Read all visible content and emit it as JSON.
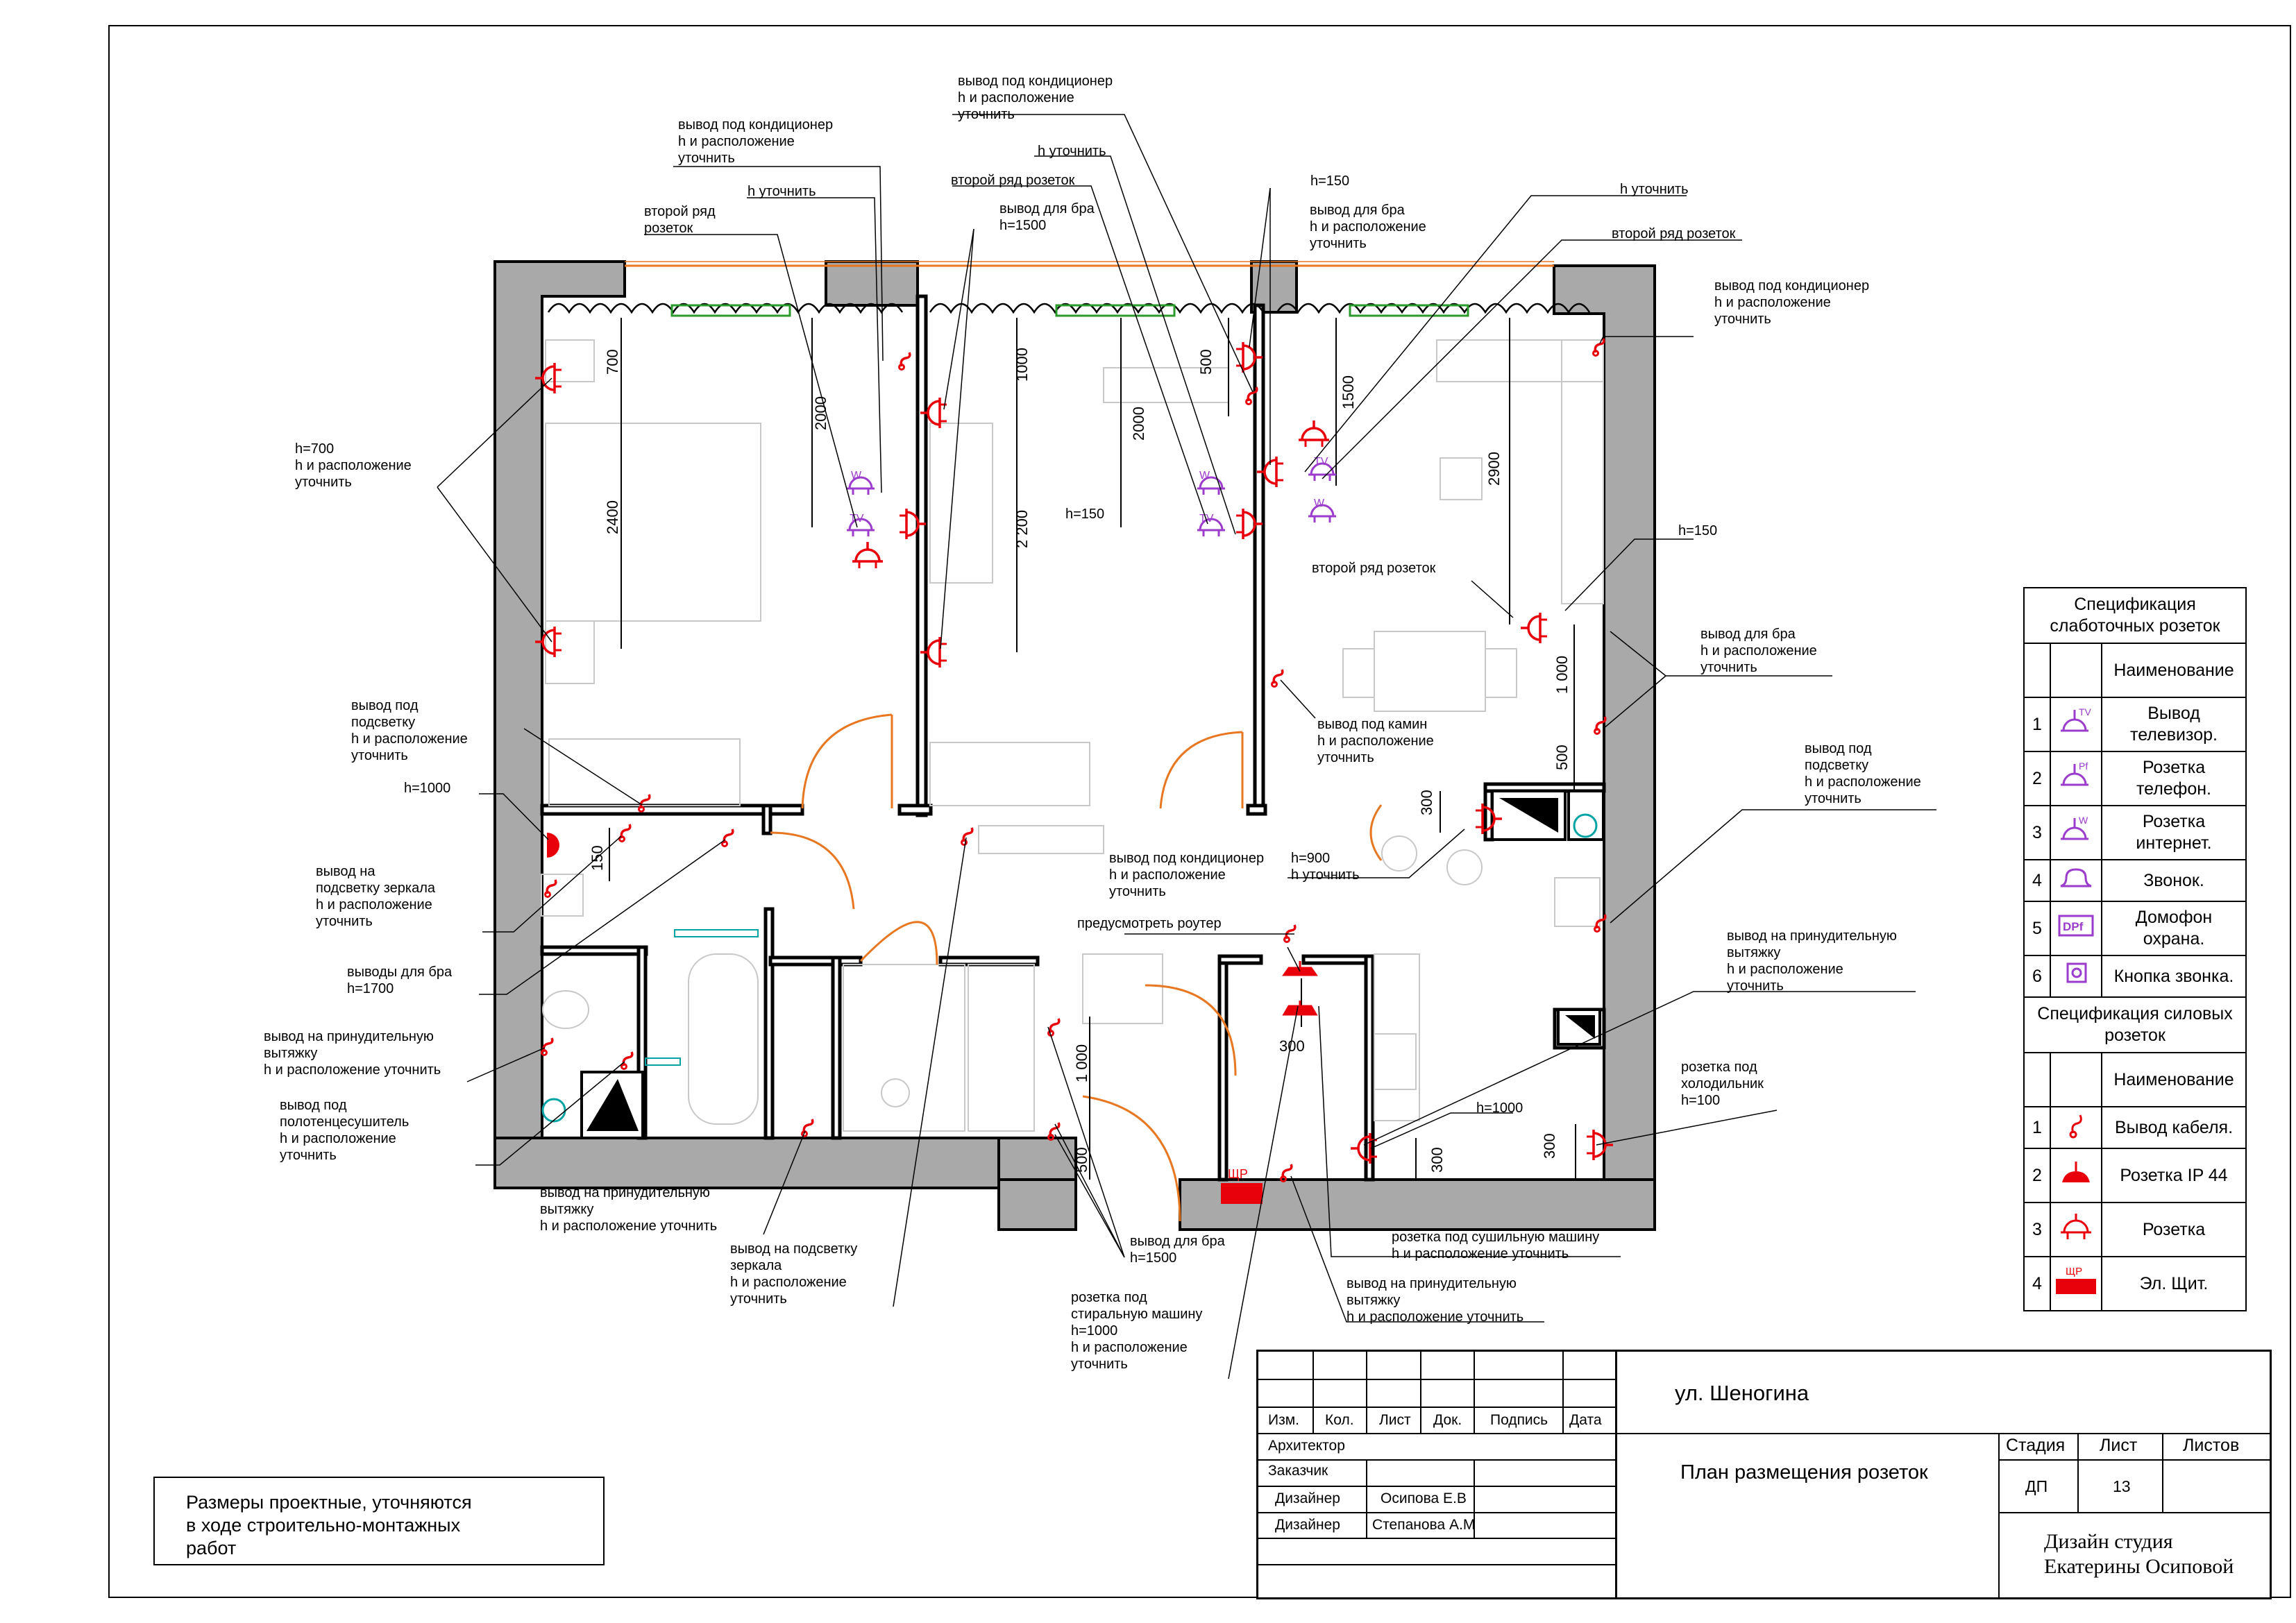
{
  "drawing_labels": {
    "ac_left": [
      "вывод под кондиционер",
      "h и расположение",
      "уточнить"
    ],
    "ac_mid": [
      "вывод под кондиционер",
      "h и расположение",
      "уточнить"
    ],
    "ac_right": [
      "вывод под кондиционер",
      "h и расположение",
      "уточнить"
    ],
    "ac_hall": [
      "вывод под кондиционер",
      "h и расположение",
      "уточнить"
    ],
    "h_clarify_1": "h уточнить",
    "h_clarify_2": "h уточнить",
    "h_clarify_3": "h уточнить",
    "second_row_left": [
      "второй ряд",
      "розеток"
    ],
    "second_row_mid": "второй ряд розеток",
    "second_row_right": "второй ряд розеток",
    "second_row_living": "второй ряд розеток",
    "sconce_mid": [
      "вывод для бра",
      "h=1500"
    ],
    "sconce_right": [
      "вывод для бра",
      "h и расположение",
      "уточнить"
    ],
    "sconce_living": [
      "вывод для бра",
      "h и расположение",
      "уточнить"
    ],
    "h150_top": "h=150",
    "h150_mid": "h=150",
    "h150_living": "h=150",
    "h700": [
      "h=700",
      "h и расположение",
      "уточнить"
    ],
    "backlight_bed": [
      "вывод под",
      "подсветку",
      "h и расположение",
      "уточнить"
    ],
    "backlight_kitchen": [
      "вывод под",
      "подсветку",
      "h и расположение",
      "уточнить"
    ],
    "h1000_bath": "h=1000",
    "mirror_light": [
      "вывод на",
      "подсветку зеркала",
      "h и расположение",
      "уточнить"
    ],
    "sconce_hall": [
      "выводы для бра",
      "h=1700"
    ],
    "extract_wc": [
      "вывод на принудительную",
      "вытяжку",
      "h и расположение уточнить"
    ],
    "towel_dryer": [
      "вывод под",
      "полотенцесушитель",
      "h и расположение",
      "уточнить"
    ],
    "extract_bath": [
      "вывод на принудительную",
      "вытяжку",
      "h и расположение уточнить"
    ],
    "mirror_light_2": [
      "вывод на подсветку",
      "зеркала",
      "h и расположение",
      "уточнить"
    ],
    "fireplace": [
      "вывод под камин",
      "h и расположение",
      "уточнить"
    ],
    "router": "предусмотреть роутер",
    "h900": [
      "h=900",
      "h уточнить"
    ],
    "extract_kitchen": [
      "вывод на принудительную",
      "вытяжку",
      "h и расположение",
      "уточнить"
    ],
    "h1000_kitchen": "h=1000",
    "fridge": [
      "розетка под",
      "холодильник",
      "h=100"
    ],
    "dryer": [
      "розетка под сушильную машину",
      "h и расположение уточнить"
    ],
    "extract_store": [
      "вывод на принудительную",
      "вытяжку",
      "h и расположение уточнить"
    ],
    "sconce_corridor": [
      "вывод для бра",
      "h=1500"
    ],
    "washer": [
      "розетка под",
      "стиральную машину",
      "h=1000",
      "h и расположение",
      "уточнить"
    ],
    "panel_label": "ЩР"
  },
  "dimensions": {
    "d700": "700",
    "d2400": "2400",
    "d2000a": "2000",
    "d1000a": "1000",
    "d2200": "2 200",
    "d2000b": "2000",
    "d500a": "500",
    "d1500": "1500",
    "d2900": "2900",
    "d1000b": "1 000",
    "d500b": "500",
    "d300a": "300",
    "d150": "150",
    "d1000c": "1 000",
    "d500c": "500",
    "d300b": "300",
    "d300c": "300",
    "d300d": "300"
  },
  "weak_spec": {
    "title": "Спецификация слаботочных розеток",
    "header": "Наименование",
    "rows": [
      {
        "n": "1",
        "icon": "tv-socket-icon",
        "tag": "TV",
        "name": "Вывод телевизор."
      },
      {
        "n": "2",
        "icon": "phone-socket-icon",
        "tag": "Pf",
        "name": "Розетка телефон."
      },
      {
        "n": "3",
        "icon": "internet-socket-icon",
        "tag": "W",
        "name": "Розетка интернет."
      },
      {
        "n": "4",
        "icon": "bell-icon",
        "tag": "",
        "name": "Звонок."
      },
      {
        "n": "5",
        "icon": "intercom-icon",
        "tag": "DPf",
        "name": "Домофон охрана."
      },
      {
        "n": "6",
        "icon": "bell-button-icon",
        "tag": "",
        "name": "Кнопка звонка."
      }
    ]
  },
  "power_spec": {
    "title": "Спецификация силовых розеток",
    "header": "Наименование",
    "rows": [
      {
        "n": "1",
        "icon": "cable-outlet-icon",
        "name": "Вывод кабеля."
      },
      {
        "n": "2",
        "icon": "ip44-socket-icon",
        "name": "Розетка IP 44"
      },
      {
        "n": "3",
        "icon": "socket-icon",
        "name": "Розетка"
      },
      {
        "n": "4",
        "icon": "panel-icon",
        "tag": "ЩР",
        "name": "Эл. Щит."
      }
    ]
  },
  "title_block": {
    "address": "ул. Шеногина",
    "cols": [
      "Изм.",
      "Кол.",
      "Лист",
      "Док.",
      "Подпись",
      "Дата"
    ],
    "roles": [
      "Архитектор",
      "Заказчик",
      "Дизайнер",
      "Дизайнер"
    ],
    "names": [
      "",
      "",
      "Осипова Е.В",
      "Степанова А.М"
    ],
    "drawing_title": "План размещения розеток",
    "stage_label": "Стадия",
    "sheet_label": "Лист",
    "sheets_label": "Листов",
    "stage": "ДП",
    "sheet": "13",
    "sheets": "",
    "studio": [
      "Дизайн студия",
      "Екатерины Осиповой"
    ]
  },
  "note": [
    "Размеры проектные, уточняются",
    "в ходе строительно-монтажных",
    "работ"
  ],
  "colors": {
    "wall": "#a9a9a9",
    "socket": "#e8000b",
    "weak": "#9b3ccc",
    "door": "#e87722",
    "green": "#2a9a2a"
  }
}
